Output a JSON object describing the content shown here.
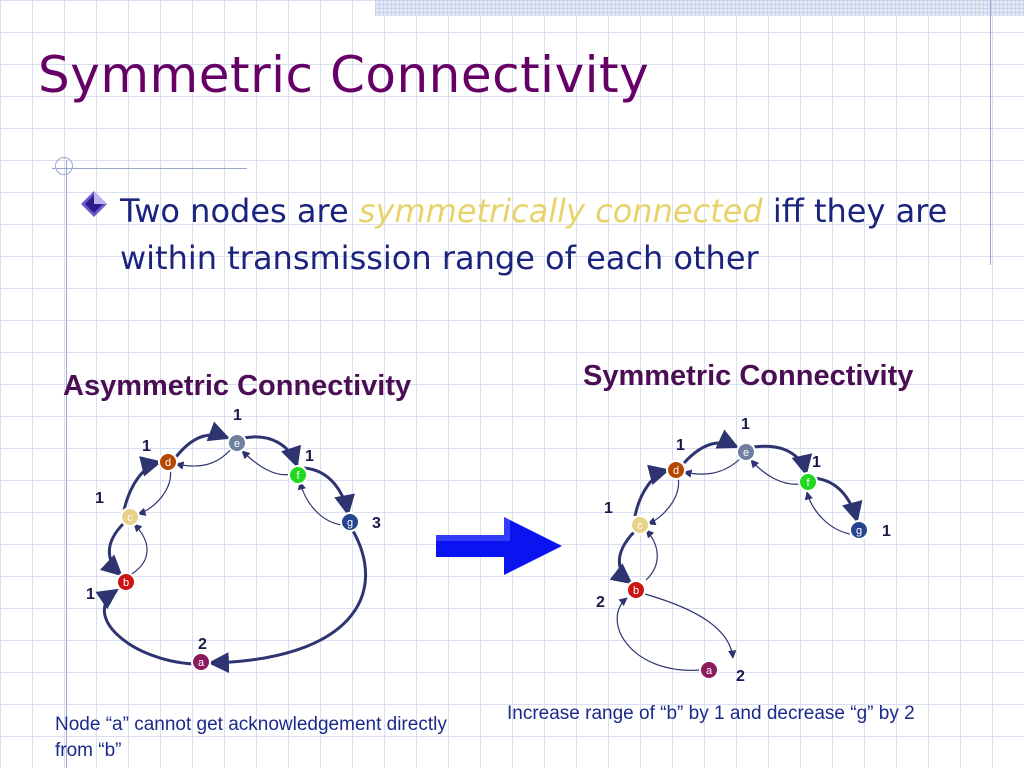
{
  "title": "Symmetric Connectivity",
  "bullet": {
    "prefix": "Two nodes are ",
    "highlight": "symmetrically connected",
    "suffix": " iff they are within transmission range of each other"
  },
  "colors": {
    "title": "#660066",
    "body_text": "#1a237e",
    "highlight": "#e8d36a",
    "node_a": "#8b1a5e",
    "node_b": "#cc1414",
    "node_c": "#e8d28a",
    "node_d": "#b34700",
    "node_e": "#6e7fa0",
    "node_f": "#22d822",
    "node_g": "#26458f",
    "arrow": "#0a14f0",
    "edge": "#2e3470"
  },
  "left_diagram": {
    "heading": "Asymmetric Connectivity",
    "nodes": [
      "a",
      "b",
      "c",
      "d",
      "e",
      "f",
      "g"
    ],
    "ranges": [
      "2",
      "1",
      "1",
      "1",
      "1",
      "1",
      "3"
    ],
    "caption": "Node “a” cannot get acknowledgement directly from “b”"
  },
  "right_diagram": {
    "heading": "Symmetric Connectivity",
    "nodes": [
      "a",
      "b",
      "c",
      "d",
      "e",
      "f",
      "g"
    ],
    "ranges": [
      "2",
      "2",
      "1",
      "1",
      "1",
      "1",
      "1"
    ],
    "caption": "Increase range of “b” by 1 and decrease “g” by 2"
  },
  "arrow_icon": "right-arrow-icon"
}
